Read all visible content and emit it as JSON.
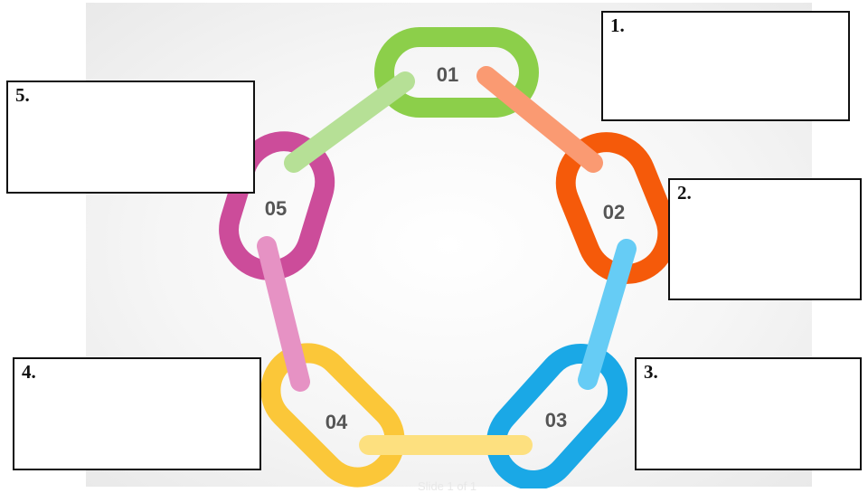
{
  "diagram": {
    "links": [
      {
        "number": "01",
        "color": "#8ccf4a"
      },
      {
        "number": "02",
        "color": "#f55a0a"
      },
      {
        "number": "03",
        "color": "#1aa8e6"
      },
      {
        "number": "04",
        "color": "#fbc739"
      },
      {
        "number": "05",
        "color": "#cc4c9a"
      }
    ],
    "connectors": [
      {
        "color": "#fa9a72"
      },
      {
        "color": "#66ccf5"
      },
      {
        "color": "#fde07f"
      },
      {
        "color": "#e692c4"
      },
      {
        "color": "#b6e096"
      }
    ]
  },
  "boxes": [
    {
      "label": "1."
    },
    {
      "label": "2."
    },
    {
      "label": "3."
    },
    {
      "label": "4."
    },
    {
      "label": "5."
    }
  ],
  "footer": {
    "caption": "Slide 1 of 1"
  }
}
